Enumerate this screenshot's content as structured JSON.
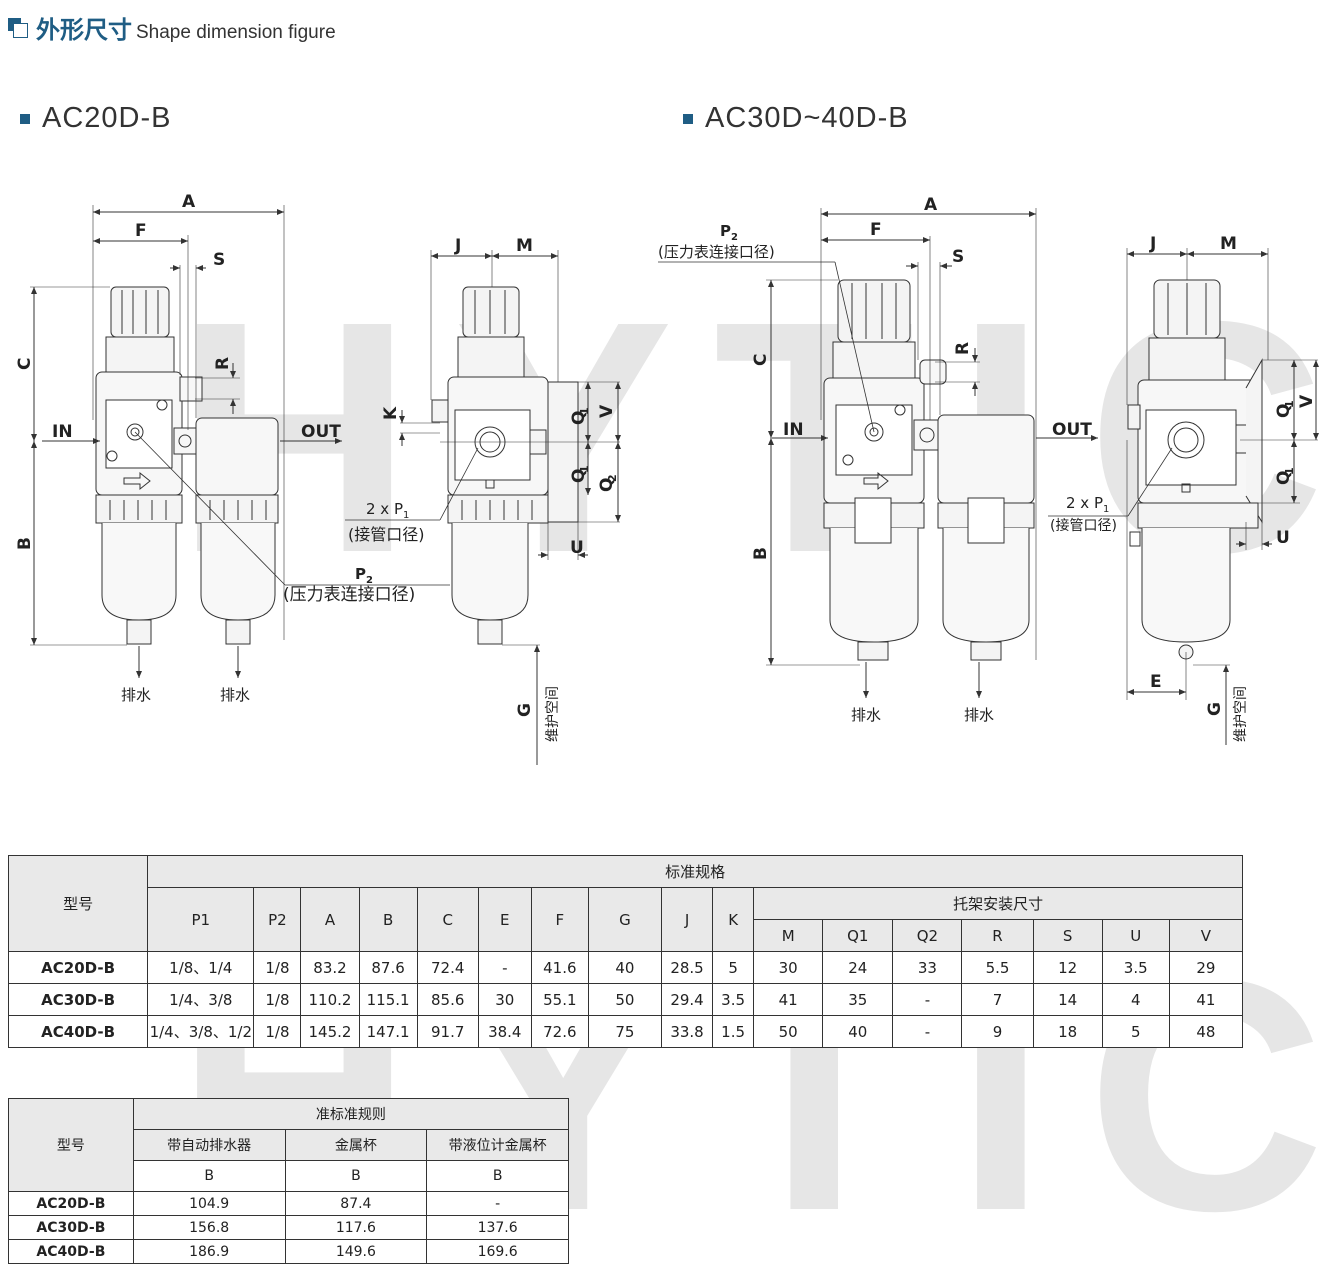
{
  "header": {
    "title_cn": "外形尺寸",
    "title_en": "Shape dimension figure"
  },
  "sections": [
    {
      "label": "AC20D-B"
    },
    {
      "label": "AC30D~40D-B"
    }
  ],
  "watermark": {
    "text": "HYTIC"
  },
  "drawing_left": {
    "dims": {
      "A": "A",
      "F": "F",
      "S": "S",
      "C": "C",
      "R": "R",
      "B": "B",
      "J": "J",
      "M": "M",
      "K": "K",
      "Q1": "Q",
      "Q2": "Q",
      "V": "V",
      "U": "U",
      "G": "G"
    },
    "ports": {
      "in": "IN",
      "out": "OUT"
    },
    "p1": {
      "label": "2 x P",
      "sub": "1",
      "desc": "(接管口径)"
    },
    "p2": {
      "label": "P",
      "sub": "2",
      "desc": "(压力表连接口径)"
    },
    "drain": "排水",
    "maint": "维护空间"
  },
  "drawing_right": {
    "dims": {
      "A": "A",
      "F": "F",
      "S": "S",
      "C": "C",
      "R": "R",
      "B": "B",
      "J": "J",
      "M": "M",
      "Q1": "Q",
      "V": "V",
      "U": "U",
      "E": "E",
      "G": "G"
    },
    "ports": {
      "in": "IN",
      "out": "OUT"
    },
    "p1": {
      "label": "2 x P",
      "sub": "1",
      "desc": "(接管口径)"
    },
    "p2": {
      "label": "P",
      "sub": "2",
      "desc": "(压力表连接口径)"
    },
    "drain": "排水",
    "maint": "维护空间"
  },
  "spec_table": {
    "model_header": "型号",
    "group_header": "标准规格",
    "bracket_header": "托架安装尺寸",
    "columns": [
      "P1",
      "P2",
      "A",
      "B",
      "C",
      "E",
      "F",
      "G",
      "J",
      "K"
    ],
    "bracket_columns": [
      "M",
      "Q1",
      "Q2",
      "R",
      "S",
      "U",
      "V"
    ],
    "rows": [
      {
        "model": "AC20D-B",
        "values": [
          "1/8、1/4",
          "1/8",
          "83.2",
          "87.6",
          "72.4",
          "-",
          "41.6",
          "40",
          "28.5",
          "5",
          "30",
          "24",
          "33",
          "5.5",
          "12",
          "3.5",
          "29"
        ]
      },
      {
        "model": "AC30D-B",
        "values": [
          "1/4、3/8",
          "1/8",
          "110.2",
          "115.1",
          "85.6",
          "30",
          "55.1",
          "50",
          "29.4",
          "3.5",
          "41",
          "35",
          "-",
          "7",
          "14",
          "4",
          "41"
        ]
      },
      {
        "model": "AC40D-B",
        "values": [
          "1/4、3/8、1/2",
          "1/8",
          "145.2",
          "147.1",
          "91.7",
          "38.4",
          "72.6",
          "75",
          "33.8",
          "1.5",
          "50",
          "40",
          "-",
          "9",
          "18",
          "5",
          "48"
        ]
      }
    ]
  },
  "semi_table": {
    "model_header": "型号",
    "group_header": "准标准规则",
    "columns": [
      "带自动排水器",
      "金属杯",
      "带液位计金属杯"
    ],
    "sub_columns": [
      "B",
      "B",
      "B"
    ],
    "rows": [
      {
        "model": "AC20D-B",
        "values": [
          "104.9",
          "87.4",
          "-"
        ]
      },
      {
        "model": "AC30D-B",
        "values": [
          "156.8",
          "117.6",
          "137.6"
        ]
      },
      {
        "model": "AC40D-B",
        "values": [
          "186.9",
          "149.6",
          "169.6"
        ]
      }
    ]
  }
}
